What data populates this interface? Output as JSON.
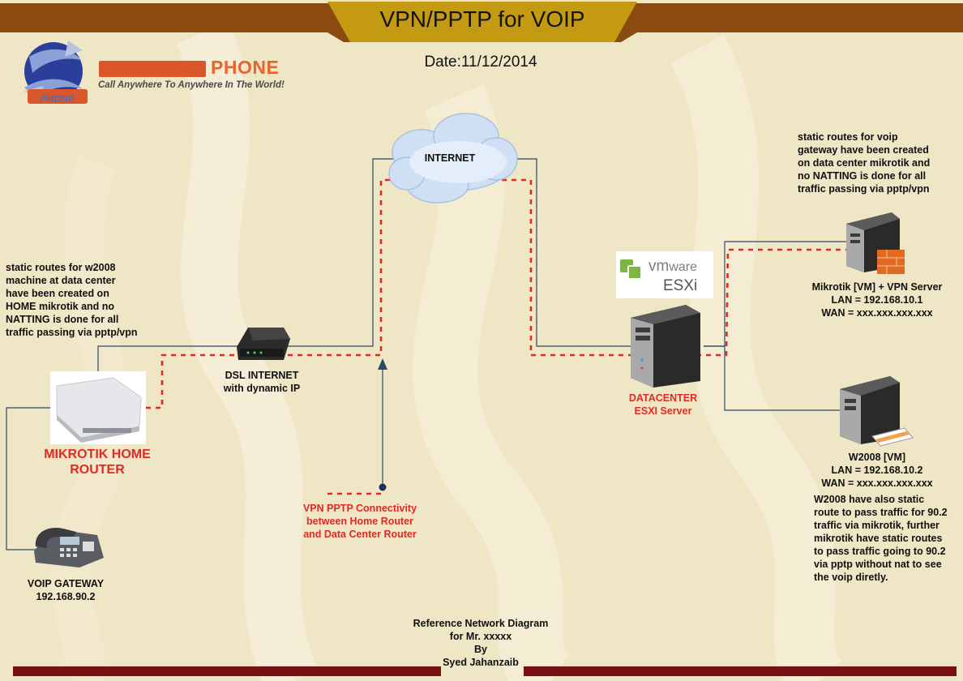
{
  "header": {
    "title": "VPN/PPTP for VOIP",
    "date": "Date:11/12/2014"
  },
  "logo": {
    "brand": "PHONE",
    "badge_text": "PHONE",
    "tagline": "Call Anywhere To Anywhere In The World!"
  },
  "cloud": {
    "label": "INTERNET"
  },
  "notes": {
    "home_routes": [
      "static routes for w2008",
      "machine at data center",
      "have been created on",
      "HOME mikrotik and no",
      "NATTING is done for all",
      "traffic passing via pptp/vpn"
    ],
    "datacenter_routes": [
      "static routes for voip",
      "gateway have been created",
      "on data center mikrotik and",
      "no NATTING is done for all",
      "traffic passing via pptp/vpn"
    ],
    "w2008_routes": [
      "W2008 have also static",
      "route to pass traffic for 90.2",
      "traffic via mikrotik, further",
      "mikrotik have static routes",
      "to pass traffic going to 90.2",
      "via pptp without nat to see",
      "the voip diretly."
    ]
  },
  "nodes": {
    "dsl": [
      "DSL INTERNET",
      "with dynamic IP"
    ],
    "home_router": [
      "MIKROTIK HOME",
      "ROUTER"
    ],
    "voip_gateway": [
      "VOIP GATEWAY",
      "192.168.90.2"
    ],
    "datacenter": [
      "DATACENTER",
      "ESXI Server"
    ],
    "mikrotik_vm": [
      "Mikrotik [VM] + VPN Server",
      "LAN = 192.168.10.1",
      "WAN = xxx.xxx.xxx.xxx"
    ],
    "w2008_vm": [
      "W2008 [VM]",
      "LAN = 192.168.10.2",
      "WAN = xxx.xxx.xxx.xxx"
    ]
  },
  "vmware": {
    "brand_vm": "vm",
    "brand_ware": "ware",
    "product": "ESXi"
  },
  "legend": [
    "VPN PPTP Connectivity",
    "between Home Router",
    "and Data Center Router"
  ],
  "footer": [
    "Reference Network Diagram",
    "for Mr. xxxxx",
    "By",
    "Syed Jahanzaib"
  ],
  "colors": {
    "background": "#efe6c6",
    "banner_brown": "#8b4a10",
    "banner_gold": "#c49a12",
    "vpn_dash": "#e02a24",
    "link_line": "#2a4a66",
    "footer_bar": "#7a0f12"
  }
}
